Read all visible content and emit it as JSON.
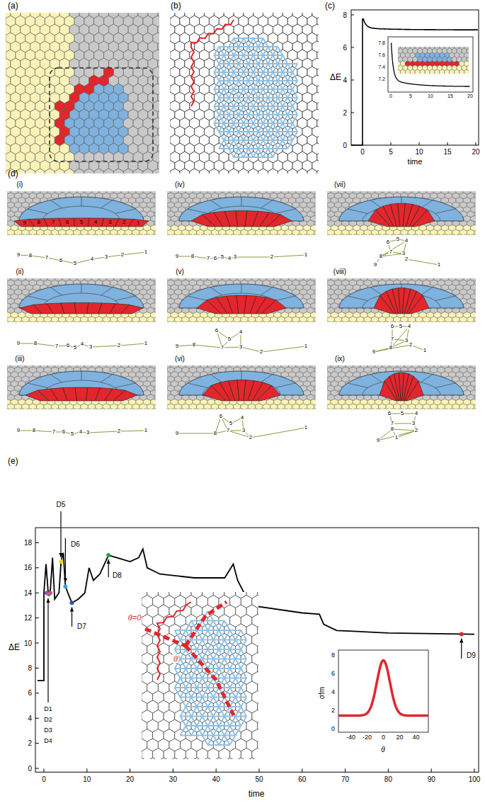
{
  "diagram": {
    "labels": [
      "(a)",
      "(b)",
      "(c)",
      "0",
      "2",
      "4",
      "6",
      "8",
      "0",
      "5",
      "10",
      "15",
      "20",
      "ΔE",
      "time",
      "7.2",
      "7.4",
      "7.6",
      "7.8",
      "0",
      "5",
      "10",
      "15",
      "20",
      "(d)",
      "(i)",
      "(ii)",
      "(iii)",
      "(iv)",
      "(v)",
      "(vi)",
      "(vii)",
      "(viii)",
      "(ix)",
      "9",
      "8",
      "7",
      "6",
      "5",
      "4",
      "3",
      "2",
      "1",
      "9",
      "8",
      "7",
      "6",
      "5",
      "4",
      "3",
      "2",
      "1",
      "9",
      "8",
      "7",
      "6",
      "5",
      "4",
      "3",
      "2",
      "1",
      "9",
      "8",
      "7",
      "6",
      "5",
      "4",
      "3",
      "2",
      "1",
      "9",
      "8",
      "7",
      "6",
      "5",
      "4",
      "3",
      "2",
      "1",
      "9",
      "8",
      "7",
      "6",
      "5",
      "4",
      "3",
      "2",
      "1",
      "9",
      "8",
      "7",
      "6",
      "5",
      "4",
      "3",
      "2",
      "1",
      "9",
      "8",
      "7",
      "6",
      "5",
      "4",
      "3",
      "2",
      "1",
      "9",
      "8",
      "7",
      "6",
      "5",
      "4",
      "3",
      "2",
      "1",
      "9",
      "8",
      "7",
      "6",
      "5",
      "4",
      "3",
      "2",
      "1",
      "(e)",
      "0",
      "2",
      "4",
      "6",
      "8",
      "10",
      "12",
      "14",
      "16",
      "18",
      "0",
      "10",
      "20",
      "30",
      "40",
      "50",
      "60",
      "70",
      "80",
      "90",
      "100",
      "ΔE",
      "time",
      "D1",
      "D2",
      "D3",
      "D4",
      "D5",
      "D6",
      "D7",
      "D8",
      "D9",
      "θ=0",
      "θ",
      "σfm",
      "0",
      "2",
      "4",
      "6",
      "8",
      "-40",
      "-20",
      "0",
      "20",
      "40",
      "θ"
    ]
  }
}
